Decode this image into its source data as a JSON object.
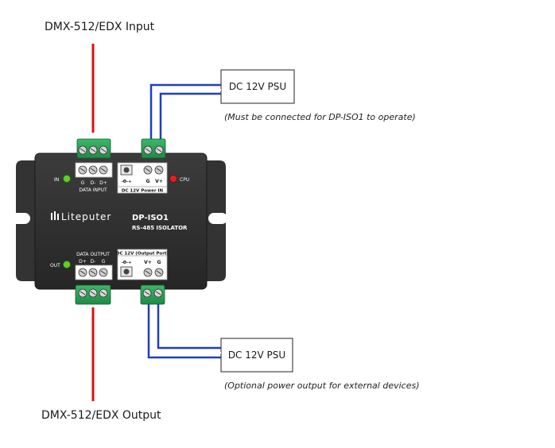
{
  "labels": {
    "input": "DMX-512/EDX Input",
    "output": "DMX-512/EDX Output"
  },
  "psu_top": {
    "label": "DC 12V PSU",
    "note": "(Must be connected for DP-ISO1 to operate)"
  },
  "psu_bottom": {
    "label": "DC 12V PSU",
    "note": "(Optional power output for external devices)"
  },
  "device": {
    "brand": "Liteputer",
    "model": "DP-ISO1",
    "subtitle": "RS-485  ISOLATOR",
    "in_led": "IN",
    "out_led": "OUT",
    "cpu_led": "CPU",
    "data_input": {
      "title": "DATA INPUT",
      "pins": [
        "G",
        "D-",
        "D+"
      ]
    },
    "power_in": {
      "title": "DC 12V Power IN",
      "symbol": "-Θ-+",
      "pins": [
        "G",
        "V+"
      ]
    },
    "data_output": {
      "title": "DATA OUTPUT",
      "pins": [
        "D+",
        "D-",
        "G"
      ]
    },
    "power_out": {
      "title": "DC 12V (Output Port)",
      "symbol": "-Θ-+",
      "pins": [
        "V+",
        "G"
      ]
    }
  },
  "colors": {
    "data_wire": "#e01010",
    "power_wire": "#1f3fbf",
    "terminal_green": "#2fa35a",
    "led_green": "#5ecf2a",
    "led_red": "#e32020",
    "device_body": "#2f2f2f"
  }
}
